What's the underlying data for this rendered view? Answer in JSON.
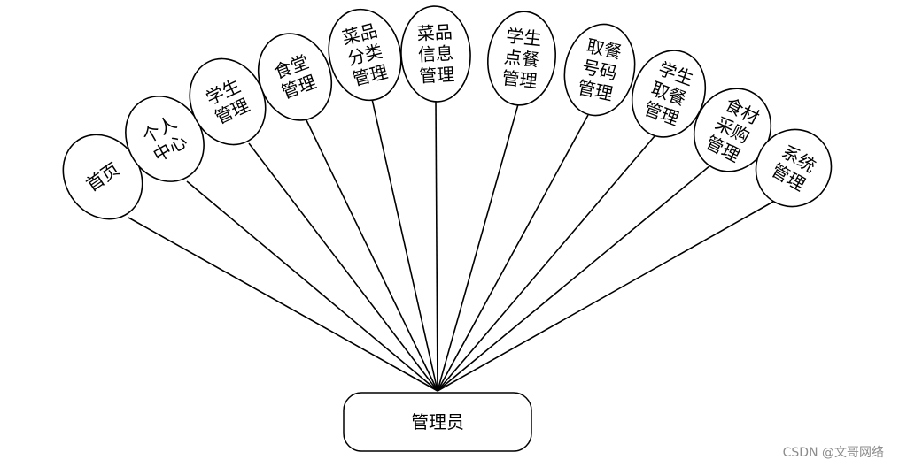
{
  "diagram": {
    "root": {
      "label": "管理员"
    },
    "nodes": [
      {
        "id": "home",
        "lines": [
          "首页"
        ]
      },
      {
        "id": "personal",
        "lines": [
          "个人",
          "中心"
        ]
      },
      {
        "id": "student-mgmt",
        "lines": [
          "学生",
          "管理"
        ]
      },
      {
        "id": "canteen-mgmt",
        "lines": [
          "食堂",
          "管理"
        ]
      },
      {
        "id": "dish-category-mgmt",
        "lines": [
          "菜品",
          "分类",
          "管理"
        ]
      },
      {
        "id": "dish-info-mgmt",
        "lines": [
          "菜品",
          "信息",
          "管理"
        ]
      },
      {
        "id": "student-order-mgmt",
        "lines": [
          "学生",
          "点餐",
          "管理"
        ]
      },
      {
        "id": "pickup-number-mgmt",
        "lines": [
          "取餐",
          "号码",
          "管理"
        ]
      },
      {
        "id": "student-pickup-mgmt",
        "lines": [
          "学生",
          "取餐",
          "管理"
        ]
      },
      {
        "id": "purchase-mgmt",
        "lines": [
          "食材",
          "采购",
          "管理"
        ]
      },
      {
        "id": "system-mgmt",
        "lines": [
          "系统",
          "管理"
        ]
      }
    ]
  },
  "watermark": "CSDN @文哥网络"
}
